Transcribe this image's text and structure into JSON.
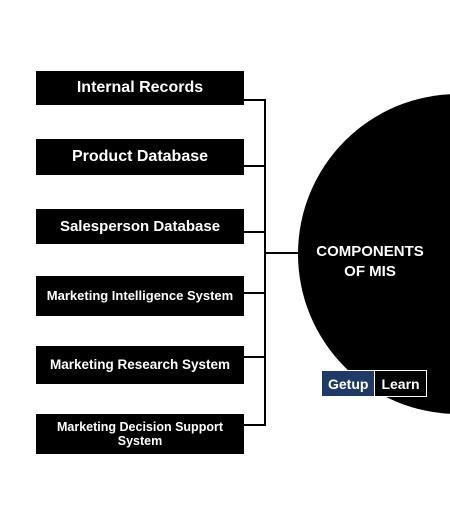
{
  "diagram": {
    "center": {
      "label": "COMPONENTS\nOF MIS"
    },
    "components": [
      {
        "label": "Internal Records"
      },
      {
        "label": "Product Database"
      },
      {
        "label": "Salesperson Database"
      },
      {
        "label": "Marketing Intelligence System"
      },
      {
        "label": "Marketing Research System"
      },
      {
        "label": "Marketing Decision Support System"
      }
    ]
  },
  "logo": {
    "part1": "Getup",
    "part2": "Learn"
  },
  "colors": {
    "box_fill": "#000000",
    "text": "#ffffff",
    "logo_accent": "#1f3a66"
  }
}
